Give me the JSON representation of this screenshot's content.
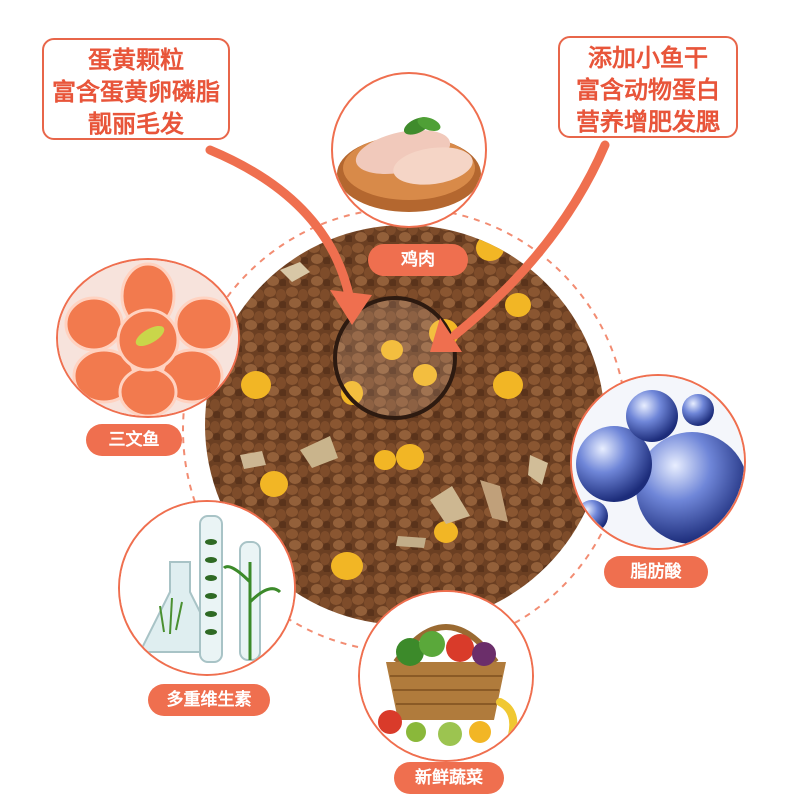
{
  "callout_left": {
    "lines": [
      "蛋黄颗粒",
      "富含蛋黄卵磷脂",
      "靓丽毛发"
    ]
  },
  "callout_right": {
    "lines": [
      "添加小鱼干",
      "富含动物蛋白",
      "营养增肥发腮"
    ]
  },
  "ingredients": {
    "chicken": "鸡肉",
    "salmon": "三文鱼",
    "fatty_acid": "脂肪酸",
    "vitamins": "多重维生素",
    "vegetables": "新鲜蔬菜"
  },
  "colors": {
    "accent": "#ef6f4f",
    "text_accent": "#e8553a",
    "kibble": "#7a4a2a",
    "yolk": "#f2b625"
  }
}
